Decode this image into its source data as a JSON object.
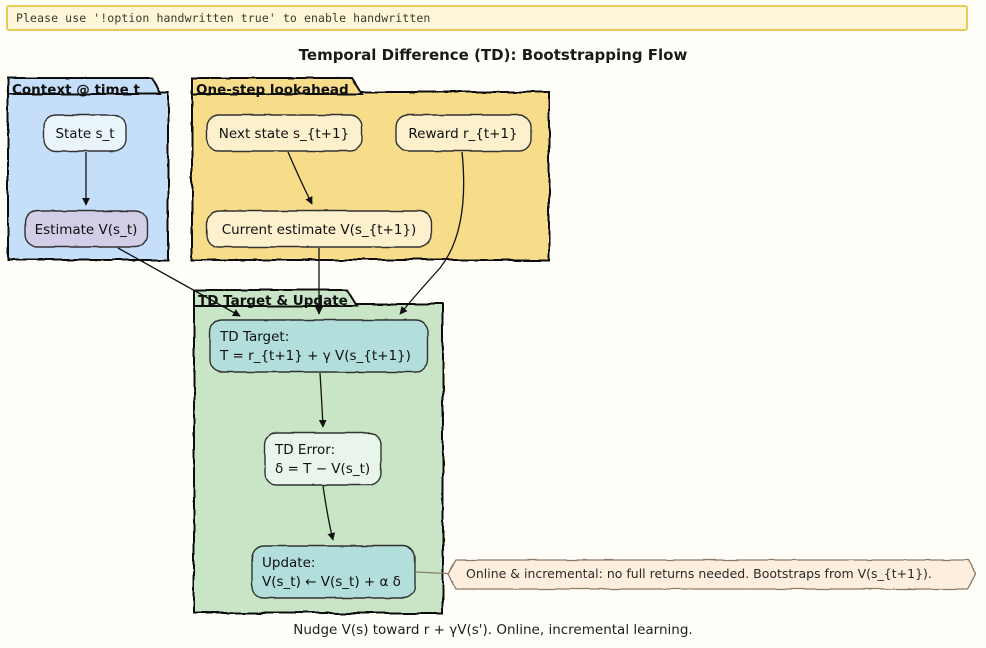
{
  "banner": {
    "message": "Please use '!option handwritten true' to enable handwritten",
    "fill": "#fdf6d8",
    "border": "#e8c95a"
  },
  "diagram": {
    "title": "Temporal Difference (TD): Bootstrapping Flow",
    "caption": "Nudge V(s) toward r + γV(s'). Online, incremental learning.",
    "background": "#fffdf7",
    "clusters": [
      {
        "id": "context",
        "label": "Context @ time t",
        "fill": "#c5dffb",
        "stroke": "#111111"
      },
      {
        "id": "lookahead",
        "label": "One-step lookahead",
        "fill": "#f7dd8a",
        "stroke": "#111111"
      },
      {
        "id": "update",
        "label": "TD Target & Update",
        "fill": "#c8e6c5",
        "stroke": "#111111"
      }
    ],
    "nodes": [
      {
        "id": "state",
        "lines": [
          "State s_t"
        ],
        "fill": "#eaf4fb",
        "stroke": "#333333"
      },
      {
        "id": "estimate",
        "lines": [
          "Estimate V(s_t)"
        ],
        "fill": "#d2cee8",
        "stroke": "#333333"
      },
      {
        "id": "next-state",
        "lines": [
          "Next state s_{t+1}"
        ],
        "fill": "#fcf0cd",
        "stroke": "#333333"
      },
      {
        "id": "reward",
        "lines": [
          "Reward r_{t+1}"
        ],
        "fill": "#fcf0cd",
        "stroke": "#333333"
      },
      {
        "id": "current-estimate",
        "lines": [
          "Current estimate V(s_{t+1})"
        ],
        "fill": "#fcf0cd",
        "stroke": "#333333"
      },
      {
        "id": "td-target",
        "lines": [
          "TD Target:",
          "T = r_{t+1} + γ V(s_{t+1})"
        ],
        "fill": "#b2dfdb",
        "stroke": "#333333"
      },
      {
        "id": "td-error",
        "lines": [
          "TD Error:",
          "δ = T − V(s_t)"
        ],
        "fill": "#e9f5ea",
        "stroke": "#333333"
      },
      {
        "id": "update-rule",
        "lines": [
          "Update:",
          "V(s_t) ← V(s_t) + α δ"
        ],
        "fill": "#b2dfdb",
        "stroke": "#333333"
      }
    ],
    "note": {
      "id": "note-online",
      "text": "Online & incremental: no full returns needed. Bootstraps from V(s_{t+1}).",
      "fill": "#fdeedd",
      "stroke": "#8a7a68"
    }
  }
}
